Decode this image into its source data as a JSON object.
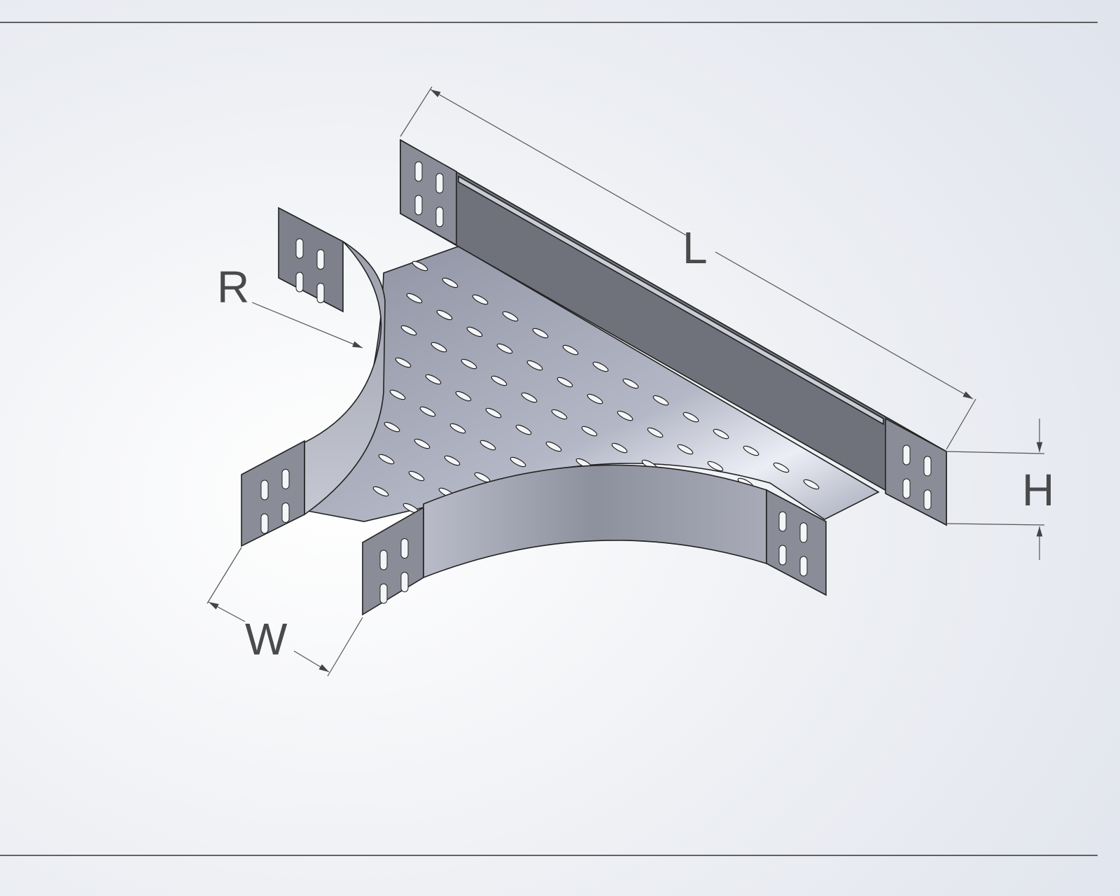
{
  "drawing": {
    "title": "Cable tray tee",
    "dimensions": {
      "length": "L",
      "radius": "R",
      "width": "W",
      "height": "H"
    },
    "colors": {
      "wall": "#6f727b",
      "floor": "#a9adbb",
      "arc_wall": "#9a9daa",
      "frame": "#333333"
    }
  }
}
